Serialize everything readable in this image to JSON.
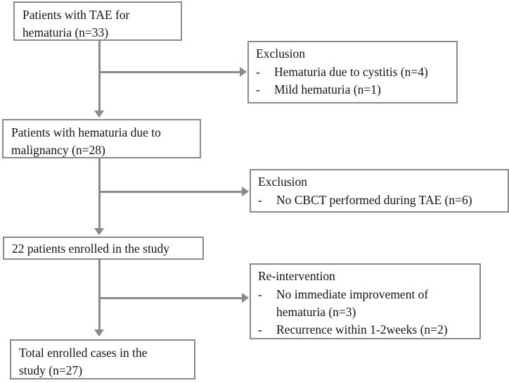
{
  "flowchart": {
    "title": "Patient enrollment flow diagram",
    "line_color": "#8a8a8a",
    "box_border_color": "#8a8a8a",
    "text_color": "#141414",
    "background": "#ffffff",
    "nodes": {
      "enrolled_tae": {
        "line1": "Patients with TAE for",
        "line2": "hematuria (n=33)"
      },
      "exclusion_1": {
        "title": "Exclusion",
        "dash": "-",
        "item1": "Hematuria due to cystitis (n=4)",
        "item2": "Mild hematuria (n=1)"
      },
      "malignancy": {
        "line1": "Patients with hematuria due to",
        "line2": "malignancy (n=28)"
      },
      "exclusion_2": {
        "title": "Exclusion",
        "dash": "-",
        "item1": "No CBCT performed during TAE (n=6)"
      },
      "enrolled_study": {
        "line1": "22 patients enrolled in the study"
      },
      "reintervention": {
        "title": "Re-intervention",
        "dash": "-",
        "item1": "No immediate improvement of\nhematuria (n=3)",
        "item2": "Recurrence within 1-2weeks (n=2)"
      },
      "total_enrolled": {
        "line1": "Total enrolled cases in the",
        "line2": "study (n=27)"
      }
    }
  }
}
